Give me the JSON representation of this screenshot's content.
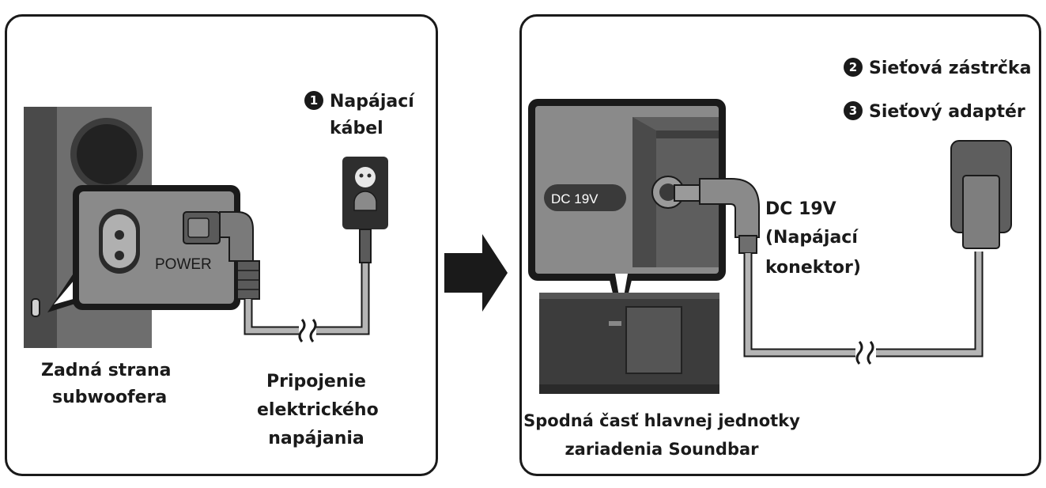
{
  "left_panel": {
    "callout_1_number": "1",
    "callout_1_label_line1": "Napájací",
    "callout_1_label_line2": "kábel",
    "port_label": "POWER",
    "caption_subwoofer_line1": "Zadná strana",
    "caption_subwoofer_line2": "subwoofera",
    "caption_power_line1": "Pripojenie",
    "caption_power_line2": "elektrického",
    "caption_power_line3": "napájania"
  },
  "right_panel": {
    "callout_2_number": "2",
    "callout_2_label": "Sieťová zástrčka",
    "callout_3_number": "3",
    "callout_3_label": "Sieťový adaptér",
    "dc_badge": "DC 19V",
    "dc_label_line1": "DC 19V",
    "dc_label_line2": "(Napájací",
    "dc_label_line3": "konektor)",
    "caption_soundbar_line1": "Spodná časť hlavnej jednotky",
    "caption_soundbar_line2": "zariadenia Soundbar"
  },
  "colors": {
    "outline": "#1a1a1a",
    "device_dark": "#4a4a4a",
    "device_mid": "#6e6e6e",
    "device_light": "#9a9a9a",
    "cable": "#b5b5b5"
  }
}
